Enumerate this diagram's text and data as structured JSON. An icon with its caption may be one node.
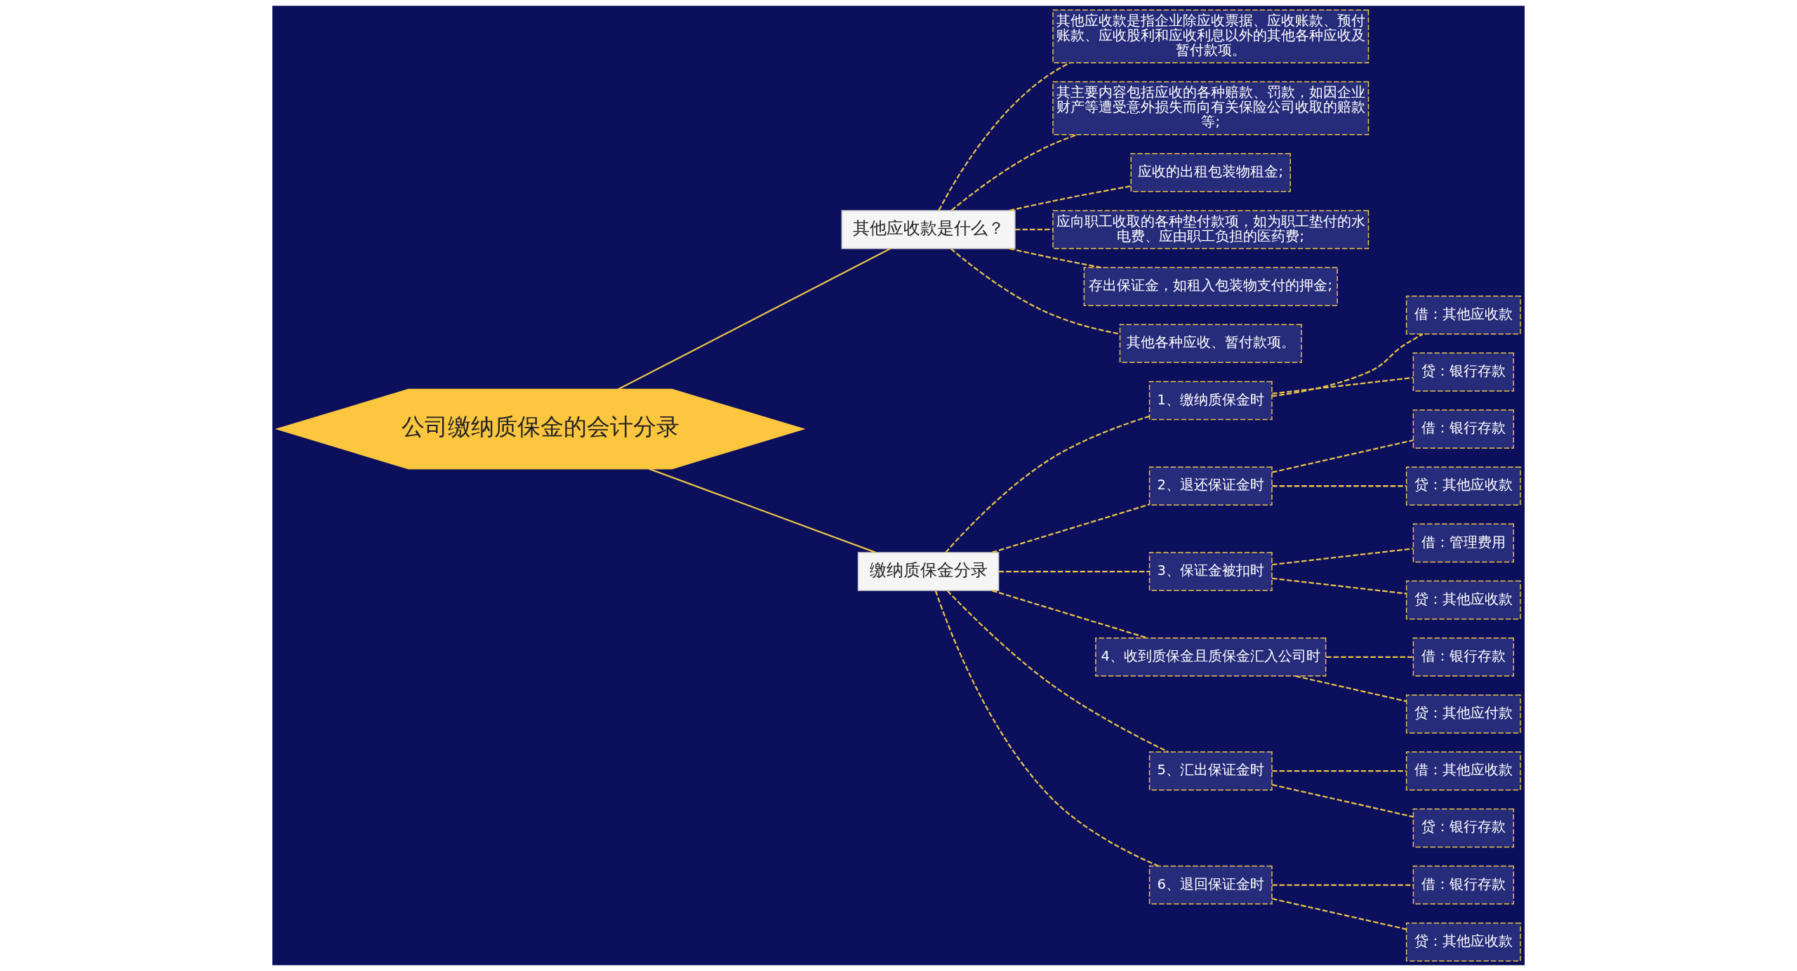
{
  "diagram": {
    "nodes": [
      {
        "text": [
          "公司缴纳质保金的会计分录"
        ]
      },
      {
        "text": [
          "其他应收款是什么？"
        ]
      },
      {
        "text": [
          "其他应收款是指企业除应收票据、应收账款、预付账款、应收股利和应收利息以外的其他各种应收及暂付款项。"
        ]
      },
      {
        "text": [
          "其主要内容包括应收的各种赔款、罚款，如因企业财产等遭受意外损失而向有关保险公司收取的赔款等;"
        ]
      },
      {
        "text": [
          "应收的出租包装物租金;"
        ]
      },
      {
        "text": [
          "应向职工收取的各种垫付款项，如为职工垫付的水电费、应由职工负担的医药费;"
        ]
      },
      {
        "text": [
          "存出保证金，如租入包装物支付的押金;"
        ]
      },
      {
        "text": [
          "其他各种应收、暂付款项。"
        ]
      },
      {
        "text": [
          "缴纳质保金分录"
        ]
      },
      {
        "text": [
          "1、缴纳质保金时"
        ]
      },
      {
        "text": [
          "借：其他应收款"
        ]
      },
      {
        "text": [
          "贷：银行存款"
        ]
      },
      {
        "text": [
          "2、退还保证金时"
        ]
      },
      {
        "text": [
          "借：银行存款"
        ]
      },
      {
        "text": [
          "贷：其他应收款"
        ]
      },
      {
        "text": [
          "3、保证金被扣时"
        ]
      },
      {
        "text": [
          "借：管理费用"
        ]
      },
      {
        "text": [
          "贷：其他应收款"
        ]
      },
      {
        "text": [
          "4、收到质保金且质保金汇入公司时"
        ]
      },
      {
        "text": [
          "借：银行存款"
        ]
      },
      {
        "text": [
          "贷：其他应付款"
        ]
      },
      {
        "text": [
          "5、汇出保证金时"
        ]
      },
      {
        "text": [
          "借：其他应收款"
        ]
      },
      {
        "text": [
          "贷：银行存款"
        ]
      },
      {
        "text": [
          "6、退回保证金时"
        ]
      },
      {
        "text": [
          "借：银行存款"
        ]
      },
      {
        "text": [
          "贷：其他应收款"
        ]
      }
    ],
    "edges": [
      {
        "from": 0,
        "to": 1,
        "arrow": "none"
      },
      {
        "from": 1,
        "to": 2,
        "arrow": "none",
        "style": "dashed"
      },
      {
        "from": 1,
        "to": 3,
        "arrow": "none",
        "style": "dashed"
      },
      {
        "from": 1,
        "to": 4,
        "arrow": "none",
        "style": "dashed"
      },
      {
        "from": 1,
        "to": 5,
        "arrow": "none",
        "style": "dashed"
      },
      {
        "from": 1,
        "to": 6,
        "arrow": "none",
        "style": "dashed"
      },
      {
        "from": 1,
        "to": 7,
        "arrow": "none",
        "style": "dashed"
      },
      {
        "from": 0,
        "to": 8,
        "arrow": "none"
      },
      {
        "from": 8,
        "to": 9,
        "arrow": "none",
        "style": "dashed"
      },
      {
        "from": 9,
        "to": 10,
        "arrow": "none",
        "style": "dashed"
      },
      {
        "from": 9,
        "to": 11,
        "arrow": "none",
        "style": "dashed"
      },
      {
        "from": 8,
        "to": 12,
        "arrow": "none",
        "style": "dashed"
      },
      {
        "from": 12,
        "to": 13,
        "arrow": "none",
        "style": "dashed"
      },
      {
        "from": 12,
        "to": 14,
        "arrow": "none",
        "style": "dashed"
      },
      {
        "from": 8,
        "to": 15,
        "arrow": "none",
        "style": "dashed"
      },
      {
        "from": 15,
        "to": 16,
        "arrow": "none",
        "style": "dashed"
      },
      {
        "from": 15,
        "to": 17,
        "arrow": "none",
        "style": "dashed"
      },
      {
        "from": 8,
        "to": 18,
        "arrow": "none",
        "style": "dashed"
      },
      {
        "from": 18,
        "to": 19,
        "arrow": "none",
        "style": "dashed"
      },
      {
        "from": 18,
        "to": 20,
        "arrow": "none",
        "style": "dashed"
      },
      {
        "from": 8,
        "to": 21,
        "arrow": "none",
        "style": "dashed"
      },
      {
        "from": 21,
        "to": 22,
        "arrow": "none",
        "style": "dashed"
      },
      {
        "from": 21,
        "to": 23,
        "arrow": "none",
        "style": "dashed"
      },
      {
        "from": 8,
        "to": 24,
        "arrow": "none",
        "style": "dashed"
      },
      {
        "from": 24,
        "to": 25,
        "arrow": "none",
        "style": "dashed"
      },
      {
        "from": 24,
        "to": 26,
        "arrow": "none",
        "style": "dashed"
      }
    ]
  }
}
